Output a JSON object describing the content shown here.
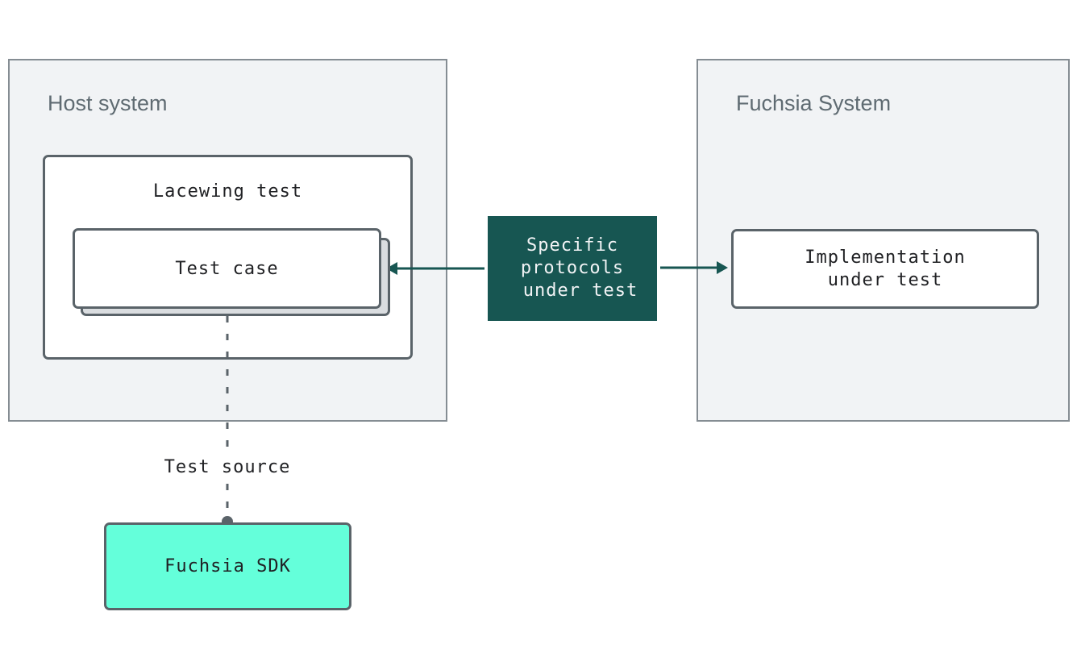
{
  "host_system": {
    "title": "Host system"
  },
  "fuchsia_system": {
    "title": "Fuchsia System"
  },
  "lacewing_test": {
    "label": "Lacewing test"
  },
  "test_case": {
    "label": "Test case"
  },
  "protocols": {
    "label_lines": [
      "Specific",
      "protocols",
      "under test"
    ]
  },
  "implementation": {
    "label_lines": [
      "Implementation",
      "under test"
    ]
  },
  "test_source": {
    "label": "Test source"
  },
  "fuchsia_sdk": {
    "label": "Fuchsia SDK"
  },
  "colors": {
    "accent_dark_green": "#175652",
    "sdk_mint": "#64ffda",
    "region_fill": "#f1f3f5",
    "border": "#5a6369"
  }
}
